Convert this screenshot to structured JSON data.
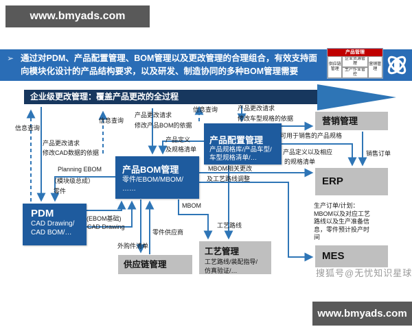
{
  "top_banner": {
    "text": "www.bmyads.com"
  },
  "bottom_banner": {
    "text": "www.bmyads.com"
  },
  "header": {
    "bullet": "➢",
    "line1": "通过对PDM、产品配置管理、BOM管理以及更改管理的合理组合，有效支持面",
    "line2": "向模块化设计的产品结构要求，以及研发、制造协同的多种BOM管理需要"
  },
  "mini_diagram": {
    "title": "产品管理",
    "cell_left": "供应链管理",
    "cell_top": "企业资源管理",
    "cell_bottom": "生产作业管控",
    "cell_right": "营销管理"
  },
  "banner_arrow": {
    "text": "企业级更改管理：覆盖产品更改的全过程"
  },
  "colors": {
    "header_blue": "#2a6db6",
    "navy_bar": "#17375e",
    "arrow_blue": "#2e75b6",
    "box_blue": "#1e5b9e",
    "box_gray": "#bfbfbf",
    "brand_red": "#c00000",
    "banner_gray": "#595959"
  },
  "boxes": {
    "pdm": {
      "title": "PDM",
      "line1": "CAD Drawing/",
      "line2": "CAD BOM/…"
    },
    "bom": {
      "title": "产品BOM管理",
      "line1": "零件/EBOM/MBOM/",
      "line2": "……"
    },
    "config": {
      "title": "产品配置管理",
      "line1": "产品规格库/产品车型/",
      "line2": "车型规格清单/…"
    },
    "marketing": {
      "title": "营销管理"
    },
    "erp": {
      "title": "ERP"
    },
    "mes": {
      "title": "MES"
    },
    "supply": {
      "title": "供应链管理"
    },
    "process": {
      "title": "工艺管理",
      "line1": "工艺路线/装配指导/",
      "line2": "仿真验证/…"
    }
  },
  "labels": {
    "info_query_1": "信息查询",
    "change_request_1": "产品更改请求",
    "cad_basis": "修改CAD数据的依据",
    "planning_ebom": "Planning EBOM",
    "module_assembly": "（模块级总成）",
    "parts": "零件",
    "info_query_2": "信息查询",
    "change_request_2": "产品更改请求",
    "bom_basis": "修改产品BOM的依据",
    "product_def": "产品定义",
    "spec_list": "及规格清单",
    "info_query_3": "信息查询",
    "change_request_3": "产品更改请求",
    "model_spec_basis": "修改车型规格的依据",
    "sellable_spec": "可用于销售的产品规格",
    "product_def_spec_1": "产品定义以及相应",
    "product_def_spec_2": "的规格清单",
    "sales_order": "销售订单",
    "mbom_change_1": "MBOM相关更改",
    "mbom_change_2": "及工艺路线调整",
    "mbom": "MBOM",
    "cad_bom": "CAD BOM",
    "ebom_base": "(EBOM基础)",
    "cad_drawing": "CAD Drawing",
    "parts_supplier": "零件供应商",
    "purchased_parts": "外购件清单",
    "process_route": "工艺路线",
    "prod_order_title": "生产订单/计划：",
    "prod_order_detail": "MBOM以及对应工艺路线以及生产准备信息，零件预计投产时间"
  },
  "watermark": "搜狐号@无忧知识星球"
}
